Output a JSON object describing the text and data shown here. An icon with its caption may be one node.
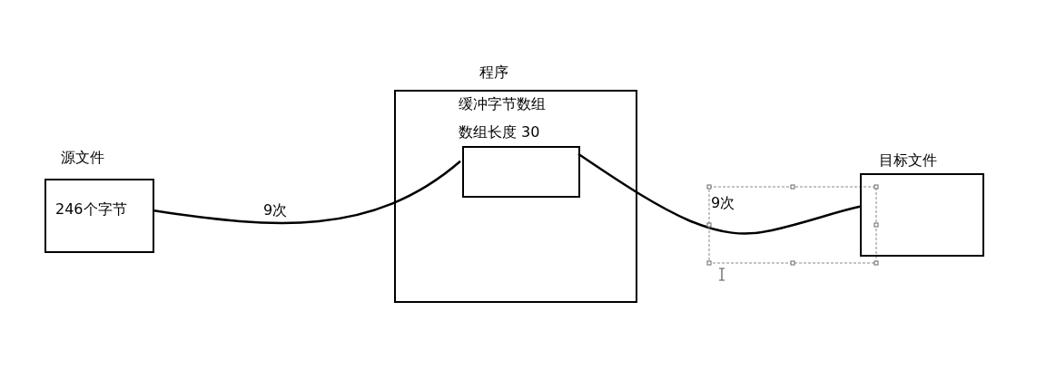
{
  "diagram": {
    "nodes": [
      {
        "text": [
          "源文件",
          "246个字节"
        ]
      },
      {
        "text": [
          "程序",
          "缓冲字节数组",
          "数组长度 30"
        ]
      },
      {
        "text": [],
        "shape": "box",
        "in": 1
      },
      {
        "text": [
          "目标文件"
        ]
      }
    ],
    "edges": [
      {
        "from": 0,
        "to": 2,
        "arrow": "none",
        "label": "9次"
      },
      {
        "from": 2,
        "to": 3,
        "arrow": "none",
        "label": "9次"
      }
    ]
  }
}
